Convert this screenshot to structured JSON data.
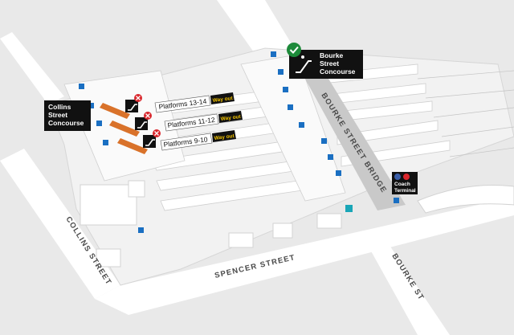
{
  "map": {
    "callouts": {
      "collins": [
        "Collins",
        "Street",
        "Concourse"
      ],
      "bourke": [
        "Bourke",
        "Street",
        "Concourse"
      ],
      "coach": [
        "Coach",
        "Terminal"
      ]
    },
    "streets": {
      "collins": "COLLINS STREET",
      "spencer": "SPENCER STREET",
      "bourke_st": "BOURKE ST",
      "bourke_bridge": "BOURKE STREET BRIDGE"
    },
    "platforms": [
      {
        "label": "Platforms 13-14",
        "way_out": "Way out"
      },
      {
        "label": "Platforms 11-12",
        "way_out": "Way out"
      },
      {
        "label": "Platforms 9-10",
        "way_out": "Way out"
      }
    ],
    "colors": {
      "background": "#e9e9e9",
      "callout": "#111111",
      "accessible_blue": "#1a6fc2",
      "closed_red": "#d9262c",
      "open_green": "#1d8a3a",
      "escalator_orange": "#d9722a",
      "way_out_yellow": "#f2c200",
      "myki_teal": "#19a6b7"
    },
    "icons": {
      "escalator": "escalator-icon",
      "closed": "closed-x-icon",
      "open": "check-icon",
      "accessible": "accessible-icon",
      "lift": "lift-icon",
      "bus": "bus-icon",
      "train": "train-icon",
      "myki": "myki-icon"
    }
  }
}
